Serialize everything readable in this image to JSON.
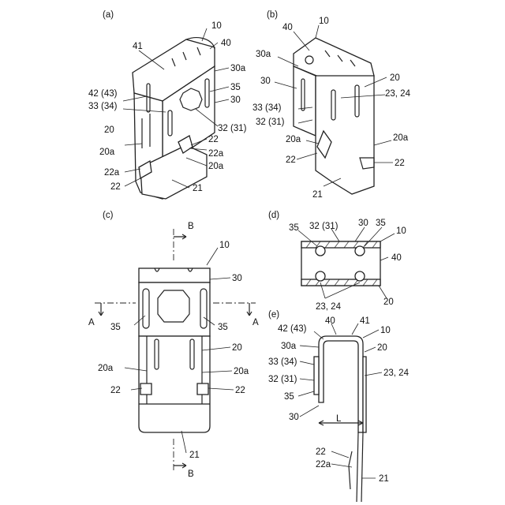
{
  "figures": [
    {
      "id": "a",
      "label": "(a)"
    },
    {
      "id": "b",
      "label": "(b)"
    },
    {
      "id": "c",
      "label": "(c)"
    },
    {
      "id": "d",
      "label": "(d)"
    },
    {
      "id": "e",
      "label": "(e)"
    }
  ],
  "callouts": {
    "a": [
      "10",
      "40",
      "41",
      "30a",
      "35",
      "30",
      "42 (43)",
      "33 (34)",
      "32 (31)",
      "20",
      "20a",
      "22",
      "22a",
      "20a",
      "22a",
      "22",
      "21"
    ],
    "b": [
      "10",
      "40",
      "30a",
      "30",
      "33 (34)",
      "32 (31)",
      "20",
      "23, 24",
      "20a",
      "20a",
      "22",
      "22",
      "21"
    ],
    "c": [
      "10",
      "30",
      "35",
      "35",
      "20",
      "20a",
      "20a",
      "22",
      "22",
      "21"
    ],
    "d": [
      "35",
      "32 (31)",
      "30",
      "35",
      "10",
      "40",
      "23, 24",
      "20"
    ],
    "e": [
      "42 (43)",
      "40",
      "41",
      "10",
      "30a",
      "20",
      "33 (34)",
      "23, 24",
      "32 (31)",
      "35",
      "30",
      "L",
      "22",
      "22a",
      "21"
    ]
  },
  "section_marks": [
    "A",
    "A",
    "B",
    "B"
  ]
}
